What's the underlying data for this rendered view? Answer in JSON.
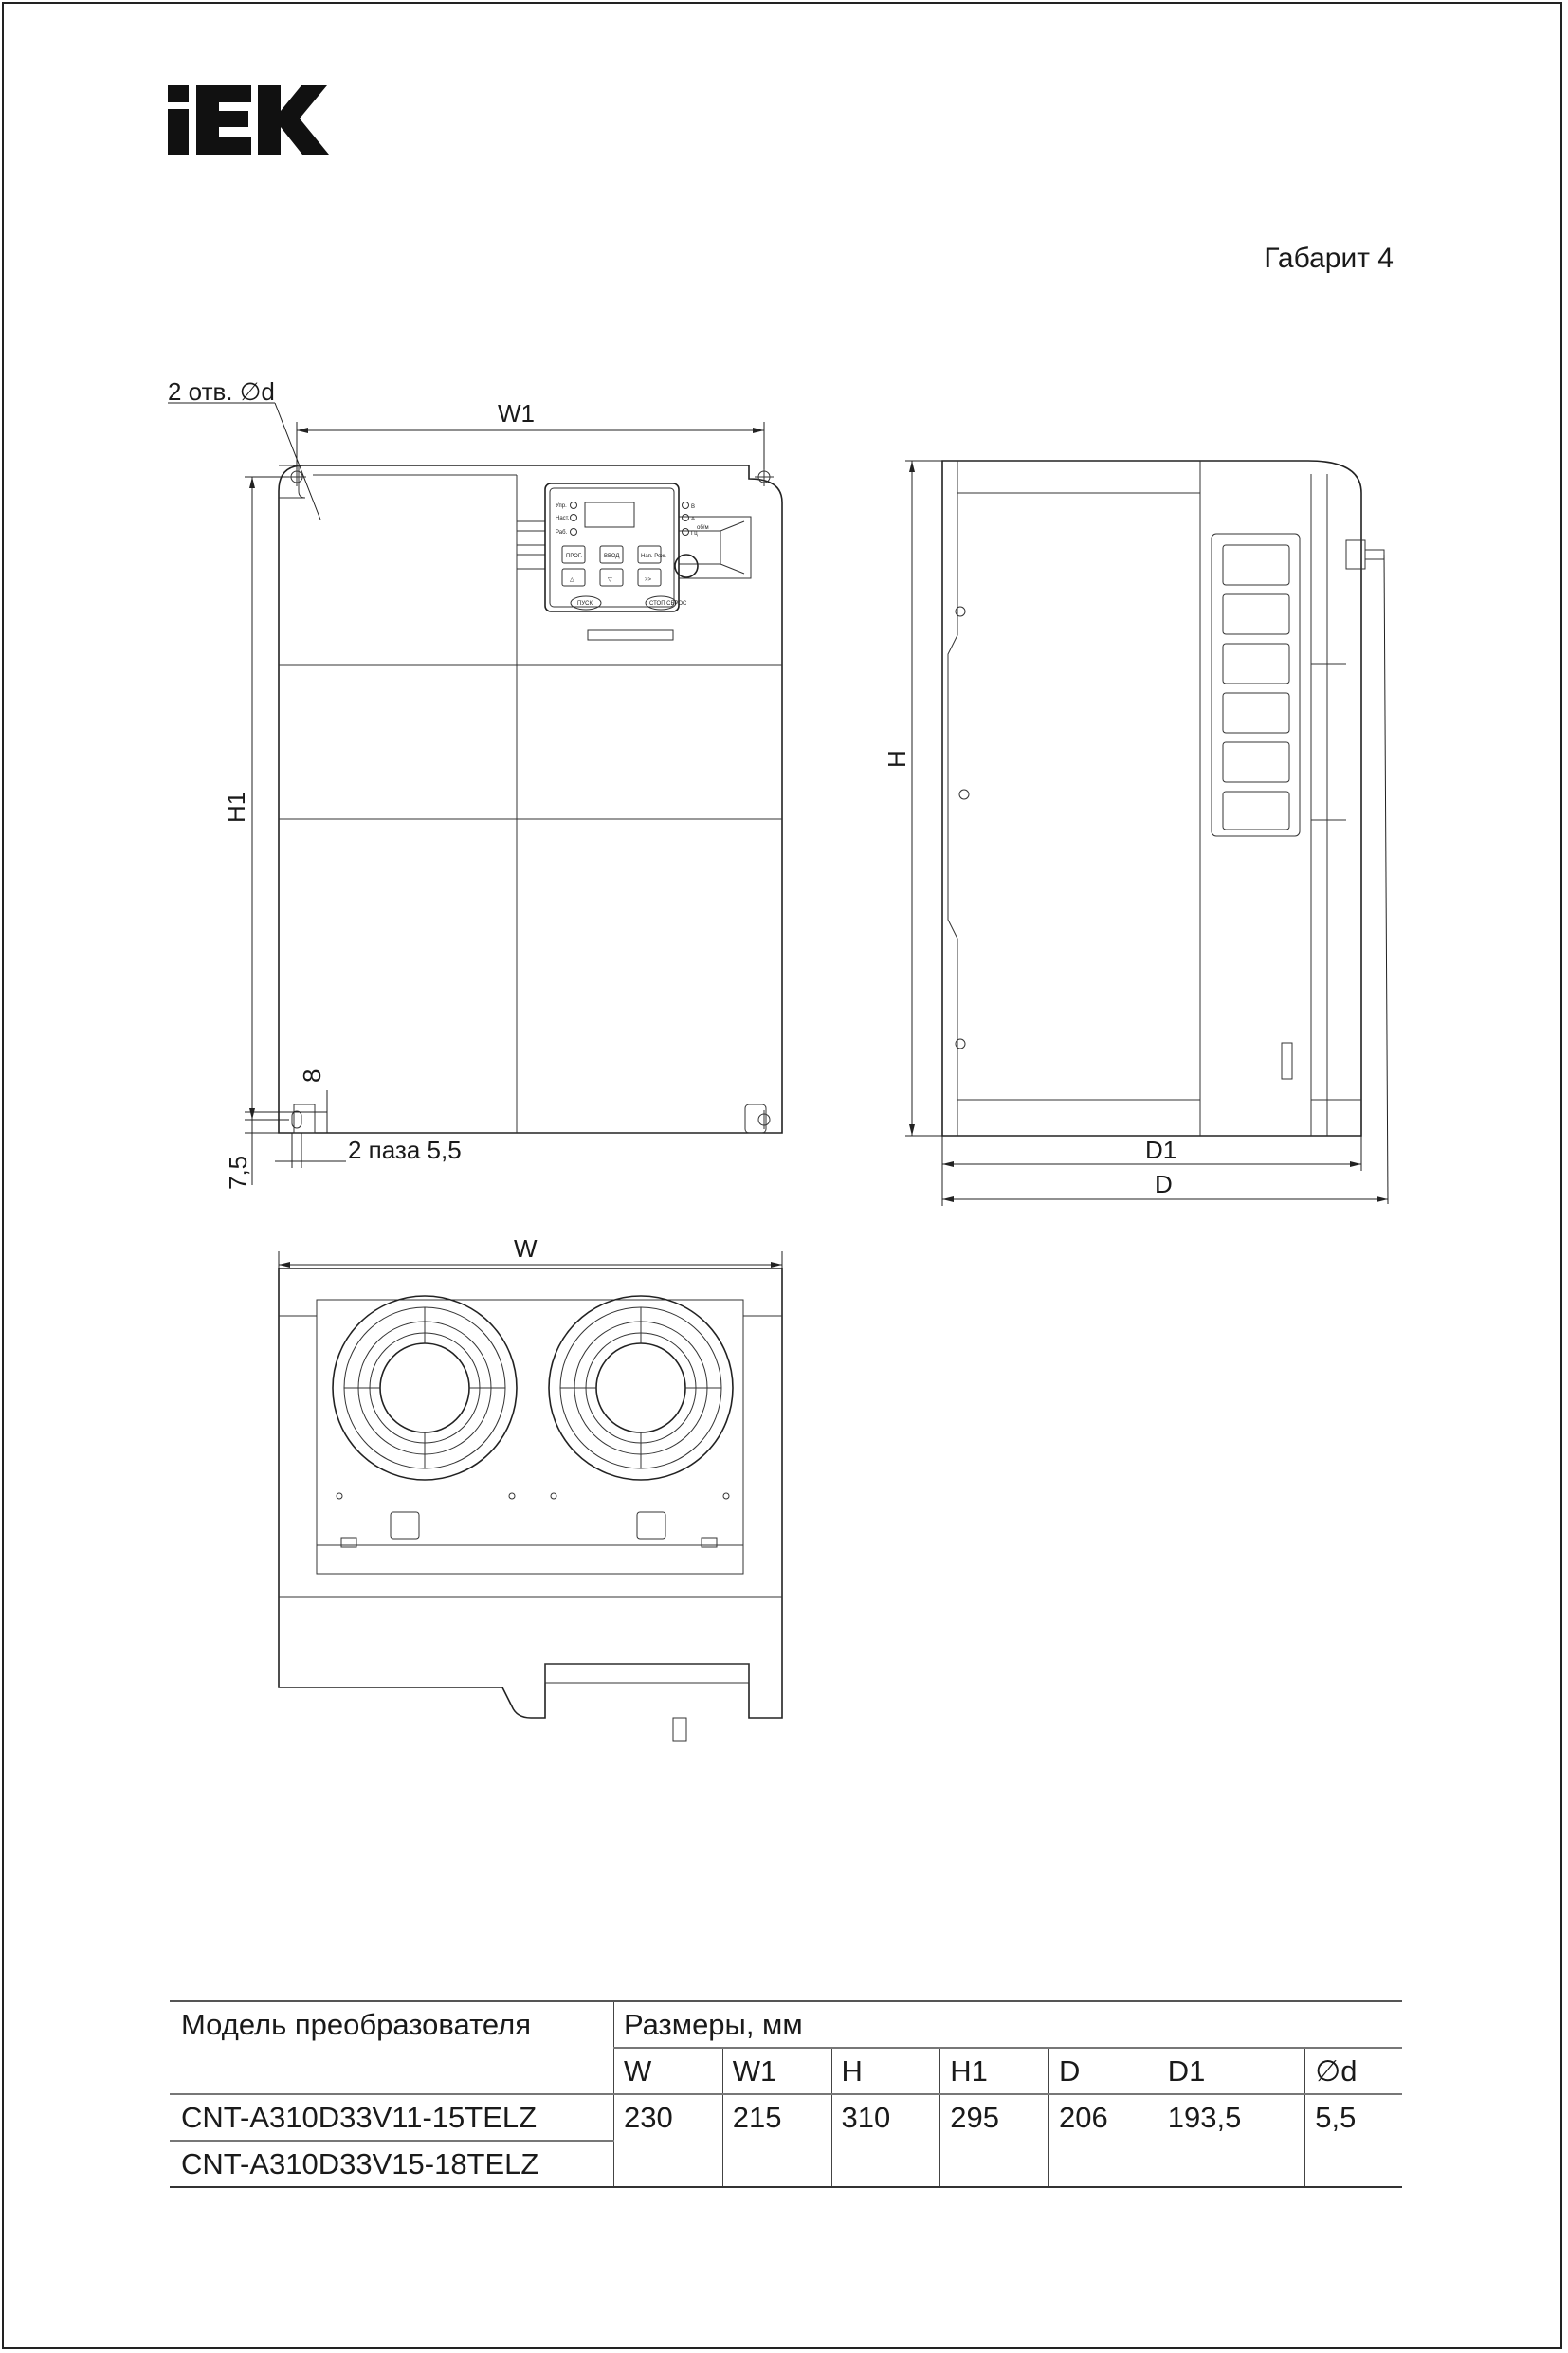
{
  "brand": {
    "logo_text": "IEK"
  },
  "header": {
    "size_label": "Габарит 4"
  },
  "drawing": {
    "front_view": {
      "holes_label": "2 отв. ∅d",
      "w1_label": "W1",
      "h1_label": "H1",
      "offset_8_label": "8",
      "slots_label": "2 паза 5,5",
      "offset_75_label": "7,5",
      "keypad": {
        "leds_left": [
          "Упр.",
          "Наст.",
          "Раб."
        ],
        "leds_right": [
          "В",
          "А",
          "Гц"
        ],
        "leds_right_note": "об/м",
        "buttons": [
          "ПРОГ.",
          "ВВОД",
          "Нап. Реж.",
          "△",
          "▽",
          ">>"
        ],
        "run_button": "ПУСК",
        "stop_button": "СТОП СБРОС"
      }
    },
    "side_view": {
      "h_label": "H",
      "d1_label": "D1",
      "d_label": "D"
    },
    "bottom_view": {
      "w_label": "W"
    }
  },
  "table": {
    "model_header": "Модель преобразователя",
    "dims_header": "Размеры, мм",
    "columns": [
      "W",
      "W1",
      "H",
      "H1",
      "D",
      "D1",
      "∅d"
    ],
    "models": [
      "CNT-A310D33V11-15TELZ",
      "CNT-A310D33V15-18TELZ"
    ],
    "values": [
      "230",
      "215",
      "310",
      "295",
      "206",
      "193,5",
      "5,5"
    ]
  }
}
